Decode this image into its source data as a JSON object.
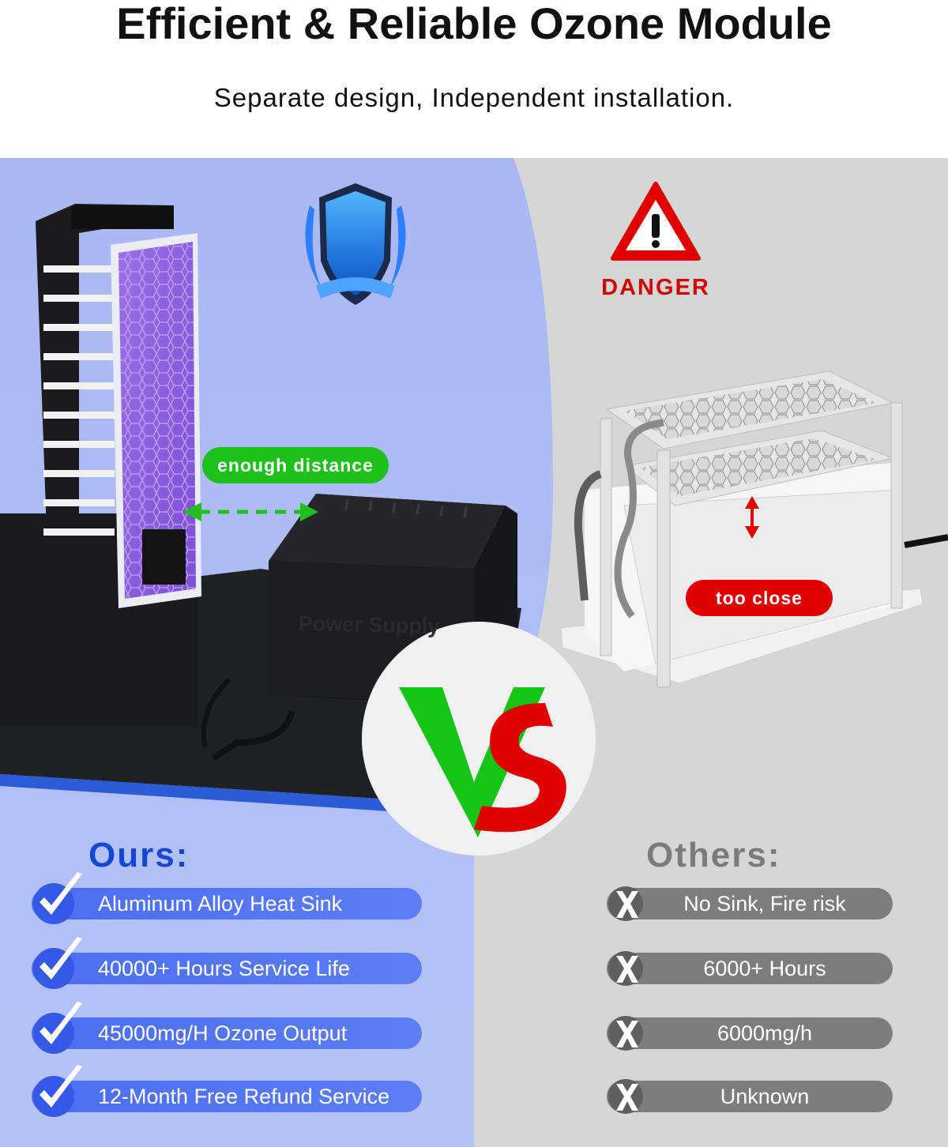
{
  "header": {
    "title": "Efficient & Reliable Ozone Module",
    "subtitle": "Separate design, Independent installation."
  },
  "ours": {
    "heading": "Ours:",
    "distance_label": "enough distance",
    "power_supply_label": "Power Supply",
    "icon": "shield-laurel-icon",
    "features": [
      {
        "text": "Aluminum Alloy Heat Sink",
        "icon": "check-icon"
      },
      {
        "text": "40000+ Hours Service Life",
        "icon": "check-icon"
      },
      {
        "text": "45000mg/H Ozone Output",
        "icon": "check-icon"
      },
      {
        "text": "12-Month Free Refund Service",
        "icon": "check-icon"
      }
    ]
  },
  "others": {
    "heading": "Others:",
    "danger_label": "DANGER",
    "too_close_label": "too close",
    "icon": "warning-triangle-icon",
    "features": [
      {
        "text": "No Sink, Fire risk",
        "icon": "cross-icon"
      },
      {
        "text": "6000+ Hours",
        "icon": "cross-icon"
      },
      {
        "text": "6000mg/h",
        "icon": "cross-icon"
      },
      {
        "text": "Unknown",
        "icon": "cross-icon"
      }
    ]
  },
  "vs_icon": "vs-logo-icon",
  "colors": {
    "ours_panel": "#aebcf3",
    "others_panel": "#d6d6d6",
    "ours_accent": "#1547d6",
    "others_accent": "#7b7b7b",
    "green": "#1fbf1c",
    "red": "#e00000"
  }
}
